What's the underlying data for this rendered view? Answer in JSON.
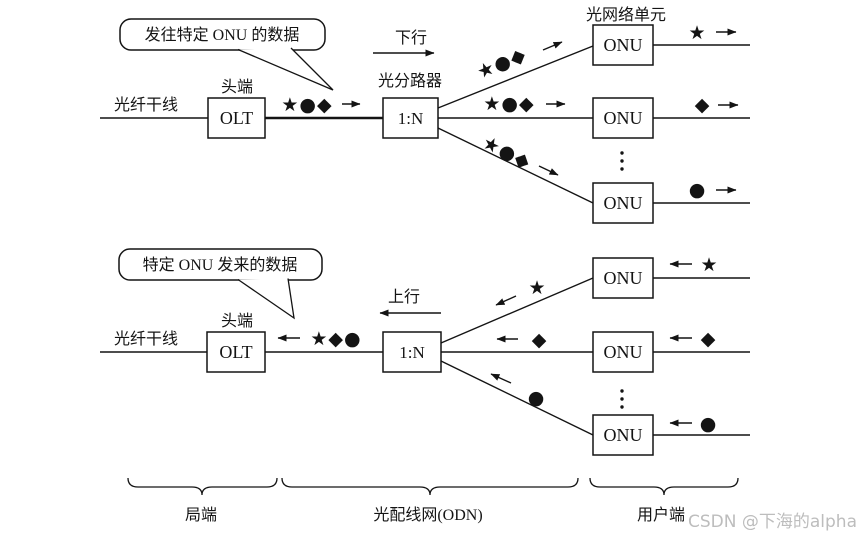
{
  "meta": {
    "watermark": "CSDN @下海的alpha"
  },
  "colors": {
    "ink": "#141414",
    "background": "#ffffff",
    "watermark": "#bdbdbd"
  },
  "symbols_legend": {
    "star-symbol": "★",
    "circle-symbol": "●",
    "diamond-symbol": "◆"
  },
  "downstream": {
    "callout_text": "发往特定 ONU 的数据",
    "direction_label": "下行",
    "fiber_trunk_label": "光纤干线",
    "headend_label": "头端",
    "olt_label": "OLT",
    "splitter_name": "光分路器",
    "splitter_ratio": "1:N",
    "onu_section_title": "光网络单元",
    "trunk_payload": "★●◆",
    "branches": [
      {
        "payload": "★●◆"
      },
      {
        "payload": "★●◆"
      },
      {
        "payload": "★●◆"
      }
    ],
    "onus": [
      {
        "label": "ONU",
        "delivered": "★"
      },
      {
        "label": "ONU",
        "delivered": "◆"
      },
      {
        "label": "ONU",
        "delivered": "●"
      }
    ]
  },
  "upstream": {
    "callout_text": "特定 ONU 发来的数据",
    "direction_label": "上行",
    "fiber_trunk_label": "光纤干线",
    "headend_label": "头端",
    "olt_label": "OLT",
    "splitter_ratio": "1:N",
    "trunk_payload": "★◆●",
    "branches": [
      {
        "payload": "★"
      },
      {
        "payload": "◆"
      },
      {
        "payload": "●"
      }
    ],
    "onus": [
      {
        "label": "ONU",
        "sent": "★"
      },
      {
        "label": "ONU",
        "sent": "◆"
      },
      {
        "label": "ONU",
        "sent": "●"
      }
    ]
  },
  "footer": {
    "sections": [
      {
        "label": "局端"
      },
      {
        "label": "光配线网(ODN)"
      },
      {
        "label": "用户端"
      }
    ]
  }
}
